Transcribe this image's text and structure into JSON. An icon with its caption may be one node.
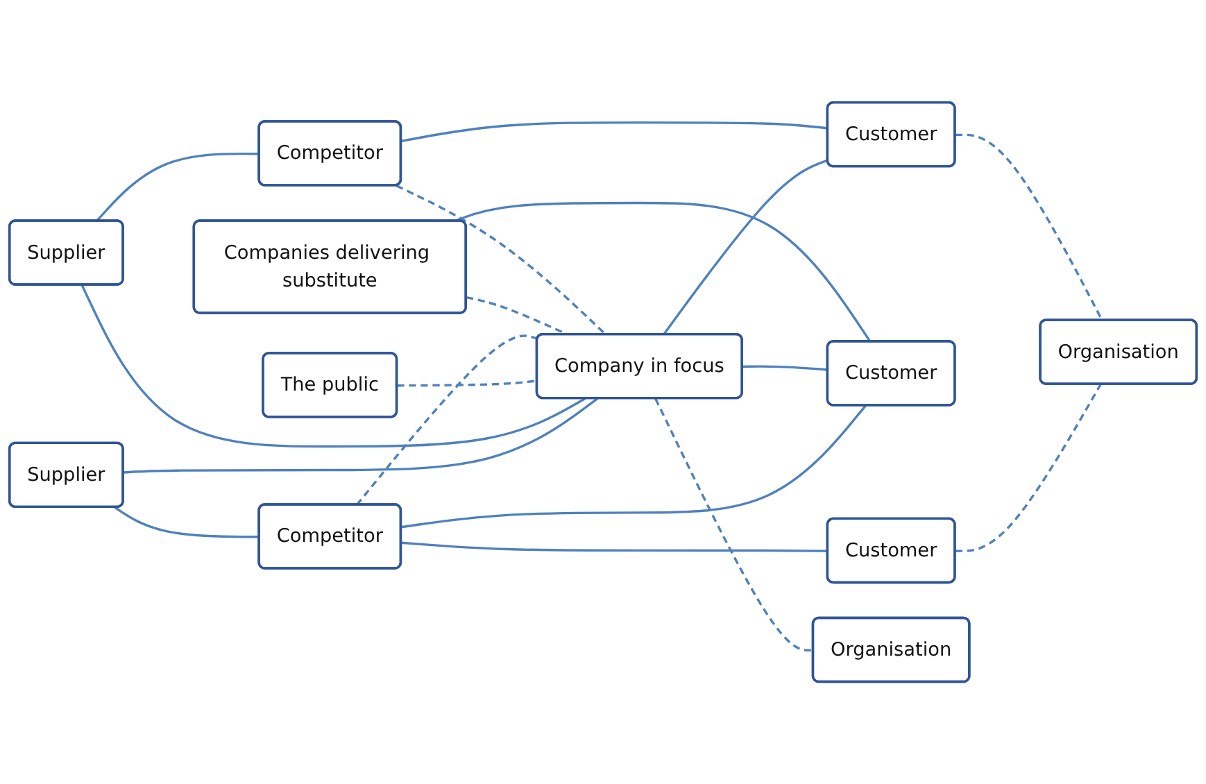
{
  "diagram": {
    "nodes": [
      {
        "text": [
          "The public"
        ]
      },
      {
        "text": [
          "Supplier"
        ]
      },
      {
        "text": [
          "Competitor"
        ]
      },
      {
        "text": [
          "Supplier"
        ]
      },
      {
        "text": [
          "Company in focus"
        ]
      },
      {
        "text": [
          "Customer"
        ]
      },
      {
        "text": [
          "Companies delivering substitute"
        ]
      },
      {
        "text": [
          "Customer"
        ]
      },
      {
        "text": [
          "Competitor"
        ]
      },
      {
        "text": [
          "Customer"
        ]
      },
      {
        "text": [
          "Organisation"
        ]
      },
      {
        "text": [
          "Organisation"
        ]
      }
    ],
    "edges": [
      {
        "from": 1,
        "to": 2,
        "arrow": "none"
      },
      {
        "from": 1,
        "to": 4,
        "arrow": "none"
      },
      {
        "from": 3,
        "to": 4,
        "arrow": "none"
      },
      {
        "from": 3,
        "to": 8,
        "arrow": "none"
      },
      {
        "from": 0,
        "to": 4,
        "arrow": "none",
        "style": "dashed"
      },
      {
        "from": 2,
        "to": 4,
        "arrow": "none",
        "style": "dashed"
      },
      {
        "from": 2,
        "to": 5,
        "arrow": "none"
      },
      {
        "from": 2,
        "to": 7,
        "arrow": "none"
      },
      {
        "from": 6,
        "to": 4,
        "arrow": "none",
        "style": "dashed"
      },
      {
        "from": 4,
        "to": 7,
        "arrow": "none"
      },
      {
        "from": 4,
        "to": 9,
        "arrow": "none"
      },
      {
        "from": 6,
        "to": 7,
        "arrow": "none"
      },
      {
        "from": 8,
        "to": 4,
        "arrow": "none",
        "style": "dashed"
      },
      {
        "from": 8,
        "to": 9,
        "arrow": "none"
      },
      {
        "from": 4,
        "to": 11,
        "arrow": "none",
        "style": "dashed"
      },
      {
        "from": 5,
        "to": 10,
        "arrow": "none",
        "style": "dashed"
      },
      {
        "from": 9,
        "to": 10,
        "arrow": "none",
        "style": "dashed"
      }
    ]
  }
}
